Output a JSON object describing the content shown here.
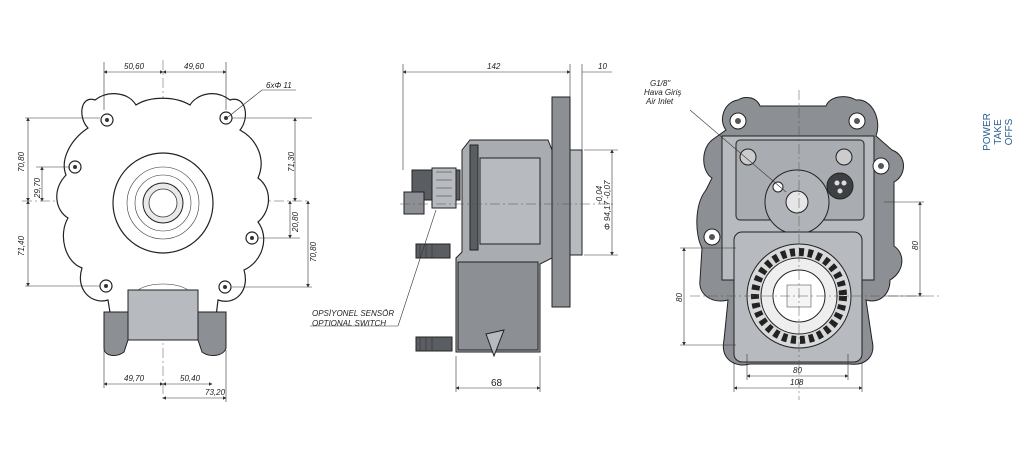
{
  "side_label": {
    "line1": "POWER TAKE",
    "line2": "OFFS"
  },
  "front_view": {
    "dims": {
      "top_left": "50,60",
      "top_right": "49,60",
      "bolt_note": "6xΦ 11",
      "left_upper": "70,80",
      "left_mid": "29,70",
      "left_lower": "71,40",
      "right_upper": "71,30",
      "right_mid": "20,80",
      "right_lower": "70,80",
      "bottom_left": "49,70",
      "bottom_right": "50,40",
      "bottom_total": "73,20"
    }
  },
  "side_view": {
    "dims": {
      "length": "142",
      "flange": "10",
      "tolerance": "-0,04",
      "diameter": "Φ 94,17 -0,07",
      "depth": "68"
    },
    "note_tr": "OPSİYONEL SENSÖR",
    "note_en": "OPTIONAL SWITCH"
  },
  "rear_view": {
    "air_inlet": {
      "size": "G1/8\"",
      "tr": "Hava Giriş",
      "en": "Air Inlet"
    },
    "dims": {
      "right_height": "80",
      "left_height": "80",
      "width_inner": "80",
      "width_outer": "108"
    }
  }
}
